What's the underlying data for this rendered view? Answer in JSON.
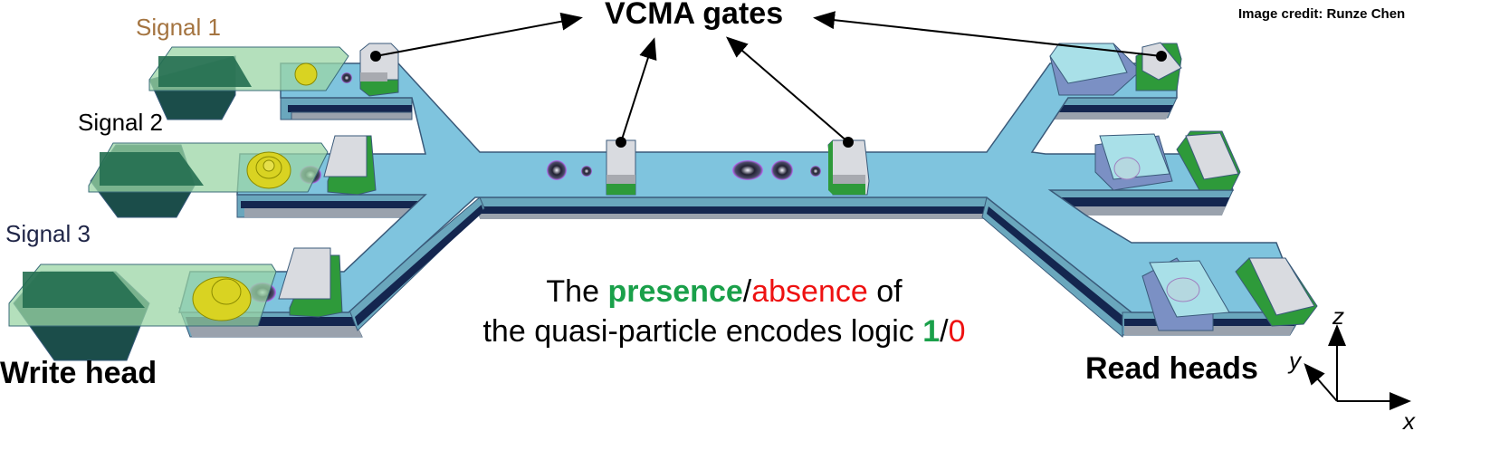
{
  "title": "VCMA gates",
  "credit": "Image credit: Runze Chen",
  "signals": [
    {
      "label": "Signal 1",
      "color": "#a47440"
    },
    {
      "label": "Signal 2",
      "color": "#000000"
    },
    {
      "label": "Signal 3",
      "color": "#1f2547"
    }
  ],
  "write_head_label": "Write head",
  "read_heads_label": "Read heads",
  "caption": {
    "line1": {
      "pre": "The ",
      "presence": "presence",
      "slash": "/",
      "absence": "absence",
      "post": " of"
    },
    "line2": {
      "pre": "the quasi-particle encodes logic ",
      "one": "1",
      "slash": "/",
      "zero": "0"
    }
  },
  "colors": {
    "presence": "#1aa04a",
    "absence": "#ee1111",
    "track": "#7fc4de",
    "track_edge": "#3a5a7a",
    "gate_top": "#d9dbe0",
    "gate_base": "#2e9a3a",
    "write_block": "#1f5f4e",
    "write_glass": "#9bd6a6",
    "read_block": "#a9e0e8"
  },
  "axes": {
    "x": "x",
    "y": "y",
    "z": "z"
  }
}
